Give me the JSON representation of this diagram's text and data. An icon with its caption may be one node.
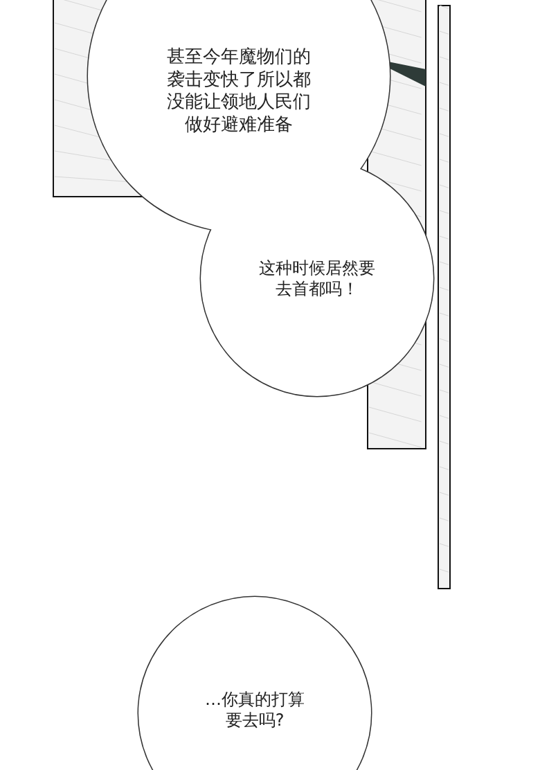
{
  "diagram": {
    "nodes": [
      {
        "text": [
          "甚至今年魔物们的袭击变快了所以都没能让领地人民们做好避难准备"
        ]
      },
      {
        "text": [
          "这种时候居然要去首都吗！"
        ]
      },
      {
        "text": [
          "…你真的打算要去吗?"
        ]
      }
    ]
  }
}
